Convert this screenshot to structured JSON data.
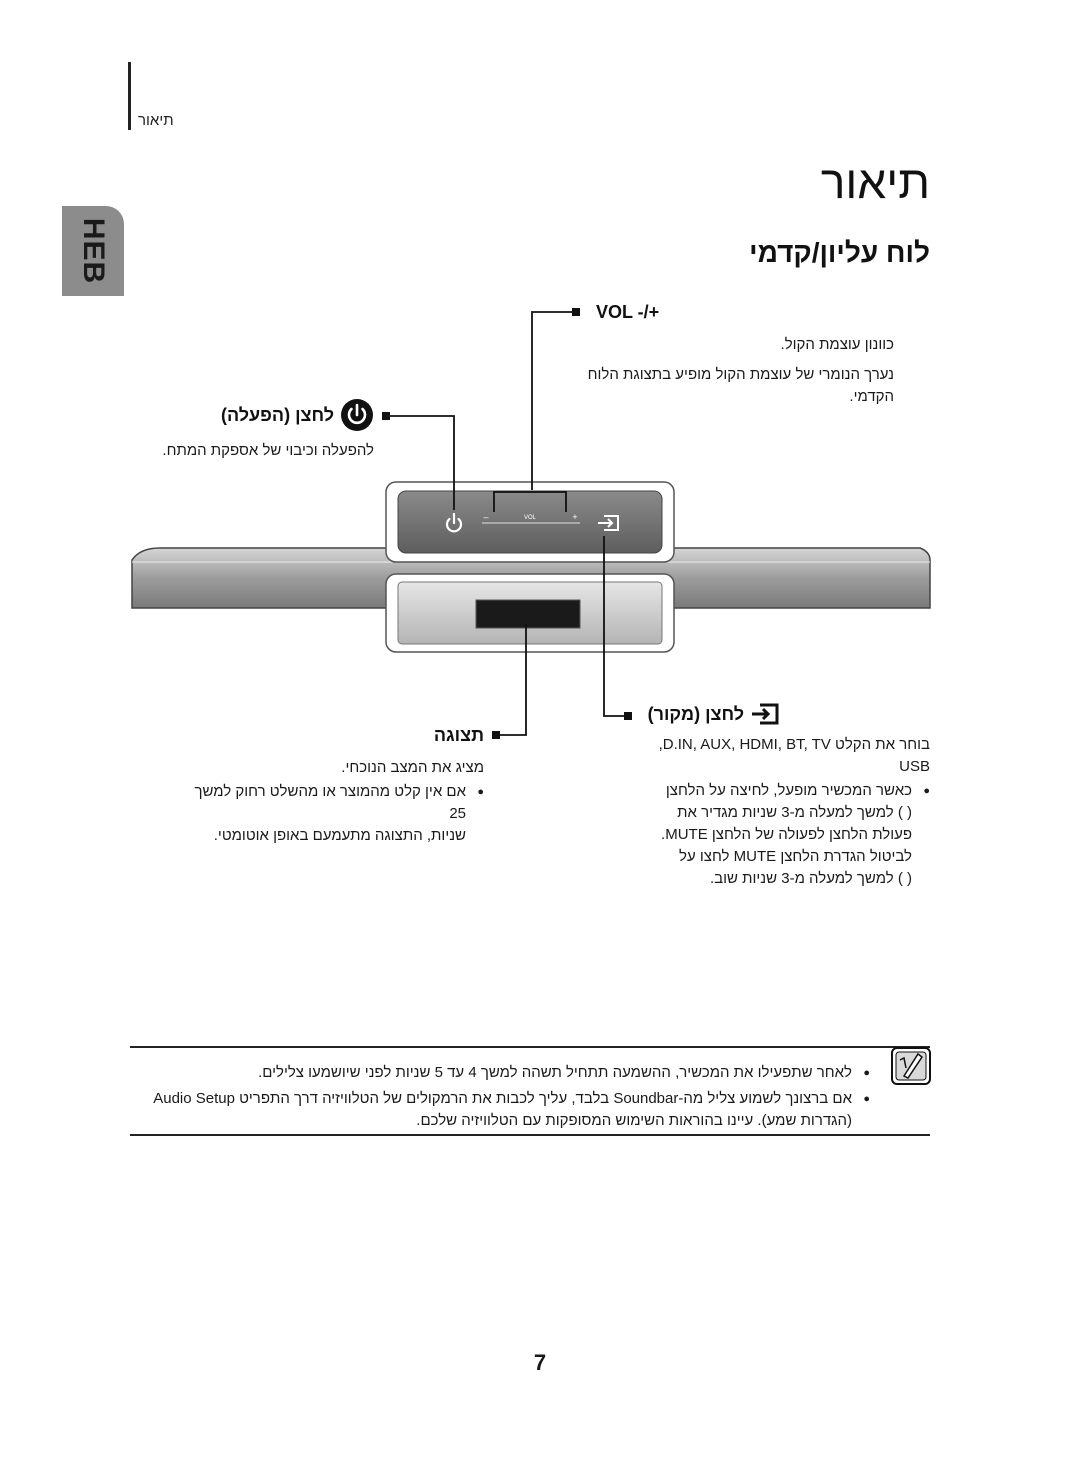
{
  "header": {
    "section_label": "תיאור"
  },
  "lang_tab": {
    "label": "HEB"
  },
  "page": {
    "title": "תיאור",
    "section_title": "לוח עליון/קדמי",
    "number": "7"
  },
  "device": {
    "vol_label": "VOL",
    "minus": "–",
    "plus": "+"
  },
  "callouts": {
    "vol": {
      "label": "VOL -/+",
      "lines": [
        "כוונון עוצמת הקול.",
        "נערך הנומרי של עוצמת הקול מופיע בתצוגת הלוח",
        "הקדמי."
      ]
    },
    "power": {
      "label": "לחצן (הפעלה)",
      "lines": [
        "להפעלה וכיבוי של אספקת המתח."
      ]
    },
    "source": {
      "label": "לחצן (מקור)",
      "line1": "בוחר את הקלט D.IN, AUX, HDMI, BT, TV,",
      "line2": "USB",
      "bullet_lines": [
        "כאשר המכשיר מופעל, לחיצה על הלחצן",
        "( ) למשך למעלה מ-3 שניות מגדיר את",
        "פעולת הלחצן לפעולה של הלחצן MUTE.",
        "לביטול הגדרת הלחצן MUTE לחצו על",
        "( ) למשך למעלה מ-3 שניות שוב."
      ]
    },
    "display": {
      "label": "תצוגה",
      "line1": "מציג את המצב הנוכחי.",
      "bullet_lines": [
        "אם אין קלט מהמוצר או מהשלט רחוק למשך 25",
        "שניות, התצוגה מתעמעם באופן אוטומטי."
      ]
    }
  },
  "notes": {
    "bullet1": "לאחר שתפעילו את המכשיר, ההשמעה תתחיל תשהה למשך 4 עד 5 שניות לפני שיושמעו צלילים.",
    "bullet2_line1": "אם ברצונך לשמוע צליל מה-Soundbar בלבד, עליך לכבות את הרמקולים של הטלוויזיה דרך התפריט Audio Setup",
    "bullet2_line2": "(הגדרות שמע). עיינו בהוראות השימוש המסופקות עם הטלוויזיה שלכם."
  },
  "colors": {
    "tab_gray": "#8c8c8c",
    "bar_gray": "#9a9a9a",
    "panel_dark": "#6f6f6f"
  }
}
